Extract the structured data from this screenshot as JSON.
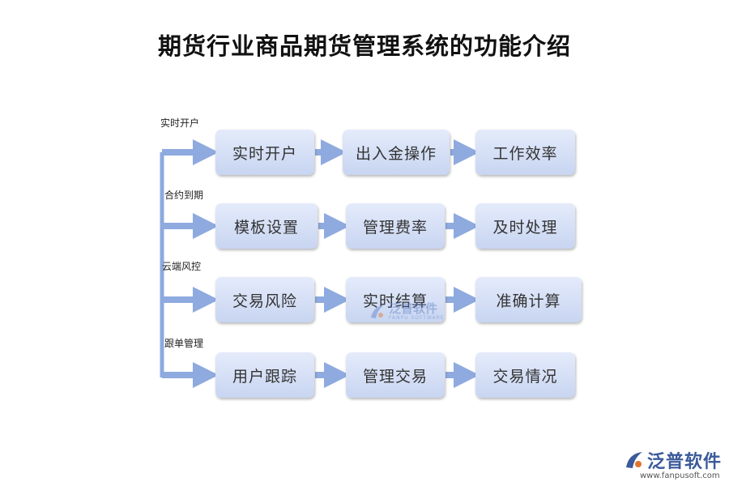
{
  "title": "期货行业商品期货管理系统的功能介绍",
  "rows": [
    {
      "label": "实时开户",
      "boxes": [
        "实时开户",
        "出入金操作",
        "工作效率"
      ]
    },
    {
      "label": "合约到期",
      "boxes": [
        "模板设置",
        "管理费率",
        "及时处理"
      ]
    },
    {
      "label": "云端风控",
      "boxes": [
        "交易风险",
        "实时结算",
        "准确计算"
      ]
    },
    {
      "label": "跟单管理",
      "boxes": [
        "用户跟踪",
        "管理交易",
        "交易情况"
      ]
    }
  ],
  "colors": {
    "arrow": "#8eaadf",
    "box_top": "#e4ebfb",
    "box_bottom": "#c8d5f1"
  },
  "watermark": {
    "cn": "泛普软件",
    "en": "FANPU SOFTWARE"
  },
  "logo": {
    "cn": "泛普软件",
    "url": "www.fanpusoft.com"
  }
}
